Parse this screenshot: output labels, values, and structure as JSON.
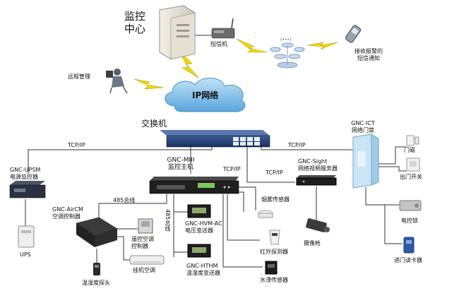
{
  "labels": {
    "monitor_center": [
      "监控",
      "中心"
    ],
    "sms_modem": "短信机",
    "alert_receiver": [
      "接收报警的",
      "短信通知"
    ],
    "remote_mgmt": "远程管理",
    "ip_network": "IP网络",
    "switch": "交换机",
    "tcpip_left": "TCP/IP",
    "tcpip_right": "TCP/IP",
    "tcpip_host": "TCP/IP",
    "tcpip_sight": "TCP/IP",
    "upsm": [
      "GNC-UPSM",
      "电源监控器"
    ],
    "ups": "UPS",
    "host": [
      "GNC-MIII",
      "监控主机"
    ],
    "sight": [
      "GNC-Sight",
      "网络视频服务器"
    ],
    "ict": [
      "GNC-ICT",
      "网络门禁"
    ],
    "door_sensor": "门磁",
    "exit_switch": "出门开关",
    "elock": "电控锁",
    "card_reader": "进门读卡器",
    "camera": "摄像枪",
    "smoke": "烟雾传感器",
    "ir": "红外探测器",
    "water": "水浸传感器",
    "bus485_h": "485总线",
    "bus485_v": "485总线",
    "aircm": [
      "GNC-AirCM",
      "空调控制器"
    ],
    "remote_ac": [
      "遥控空调",
      "控制器"
    ],
    "wall_ac": "挂机空调",
    "thsensor": "温湿度探头",
    "hvm": [
      "GNC-HVM-AC",
      "电压变送器"
    ],
    "hthm": [
      "GNC-HTHM",
      "温湿度变送器"
    ],
    "gsm_tower": "(•••)"
  },
  "colors": {
    "line": "#333333",
    "bolt": "#f0d800",
    "bolt_stroke": "#b8a000",
    "cloud": "#8ec8ec",
    "cloud_edge": "#4a90c8",
    "switch_body": "#1f3f7a",
    "device_dark": "#2b2b2b",
    "ict_panel": "#c9e4f4"
  }
}
